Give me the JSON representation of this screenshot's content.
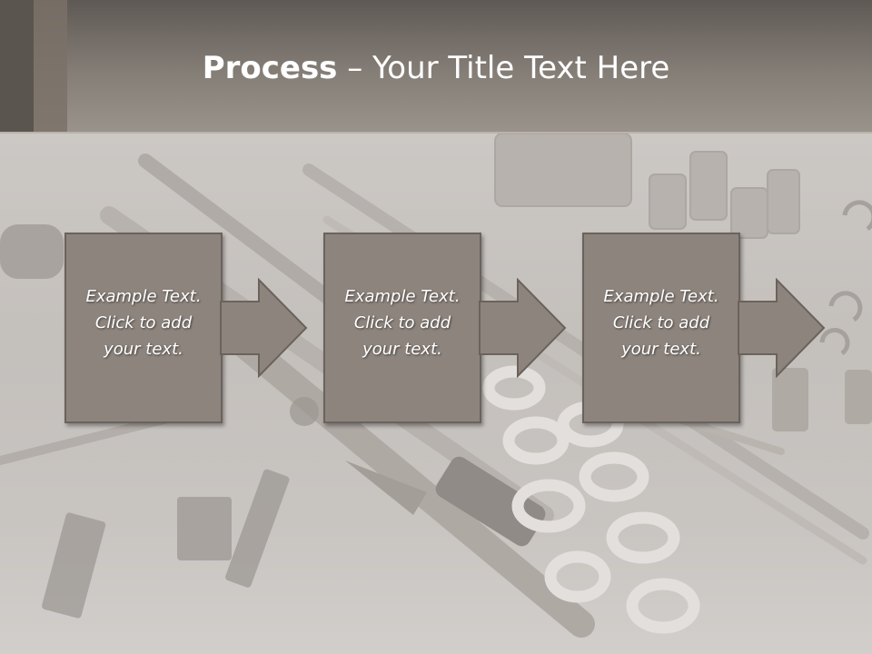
{
  "title": {
    "bold": "Process",
    "rest": " – Your Title Text Here"
  },
  "steps": [
    {
      "text": "Example Text.\nClick  to add\nyour text."
    },
    {
      "text": "Example Text.\nClick  to add\nyour text."
    },
    {
      "text": "Example Text.\nClick  to add\nyour text."
    }
  ],
  "colors": {
    "box": "#8d847d",
    "header": "#857e77",
    "text": "#ffffff"
  }
}
